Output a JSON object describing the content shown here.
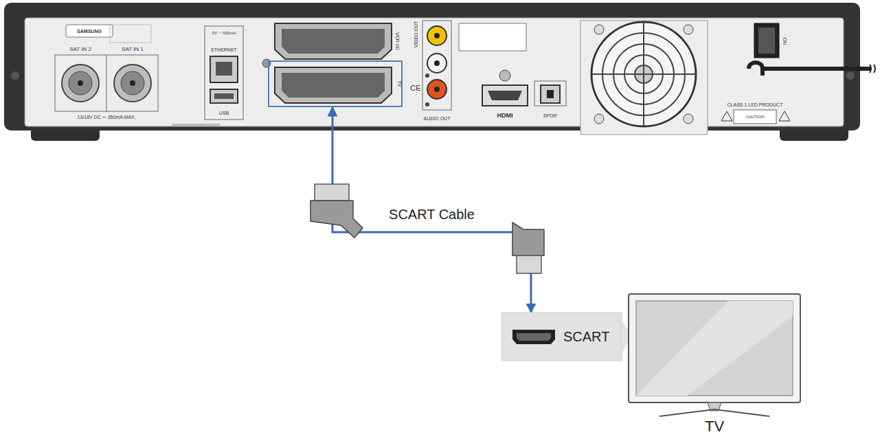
{
  "diagram": {
    "nodes": [
      {
        "text": [
          "TV"
        ]
      },
      {
        "text": [
          "SCART"
        ]
      },
      {
        "text": [
          "TV"
        ]
      }
    ],
    "edges": [
      {
        "from": 0,
        "to": 1,
        "arrow": "both",
        "label": "SCART Cable"
      }
    ],
    "labels": [
      "SAMSUNG",
      "SAT IN 2",
      "SAT IN 1",
      "13/18V DC ⎓ 350mA MAX.",
      "ETHERNET",
      "5V ⎓ 500mA",
      "USB",
      "VCR I/O",
      "VIDEO OUT",
      "AUDIO OUT",
      "HDMI",
      "SPDIF",
      "CE",
      "CLASS 1 LED PRODUCT",
      "CAUTION",
      "ON"
    ]
  }
}
